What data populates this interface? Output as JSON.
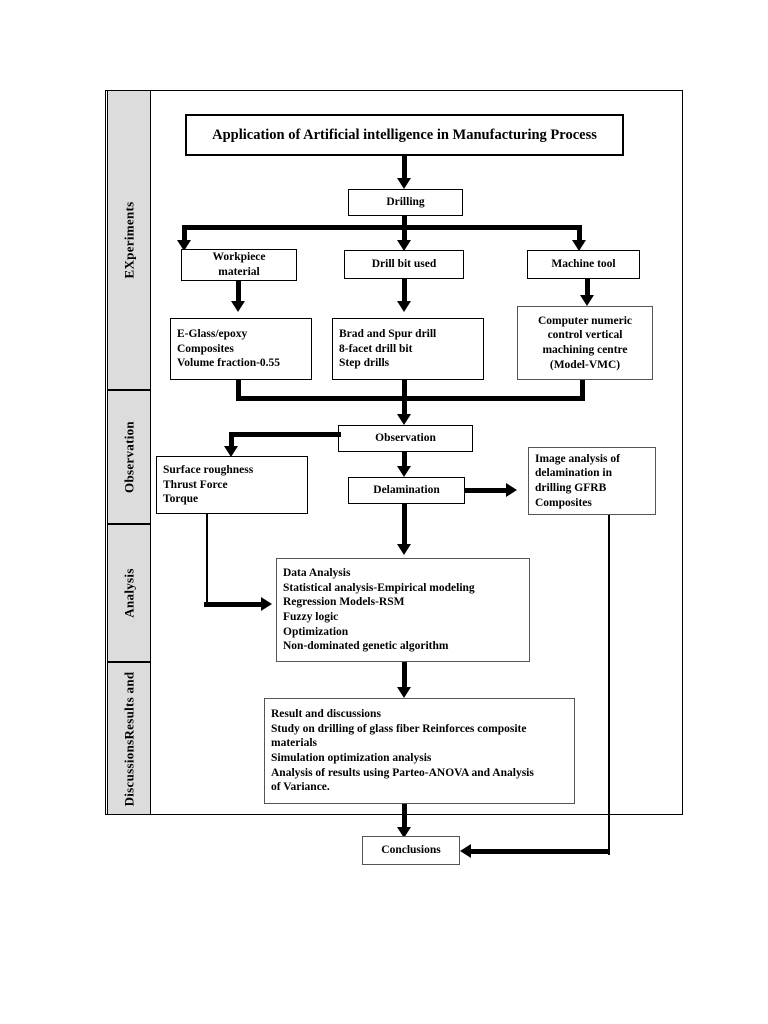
{
  "diagram": {
    "title": "Application of Artificial intelligence in Manufacturing Process",
    "bands": [
      {
        "id": "experiments",
        "label": "EXperiments"
      },
      {
        "id": "observation",
        "label": "Observation"
      },
      {
        "id": "analysis",
        "label": "Analysis"
      },
      {
        "id": "results",
        "label": "DiscussionsResults and"
      }
    ],
    "nodes": {
      "root": "Application of Artificial intelligence in Manufacturing Process",
      "drilling": "Drilling",
      "workpiece_material": "Workpiece\nmaterial",
      "drill_bit_used": "Drill bit used",
      "machine_tool": "Machine tool",
      "workpiece_detail": "E-Glass/epoxy\nComposites\nVolume fraction-0.55",
      "drill_bit_detail": "Brad and Spur drill\n8-facet drill bit\nStep drills",
      "machine_detail": "Computer numeric\ncontrol vertical\nmachining centre\n(Model-VMC)",
      "observation": "Observation",
      "surface_metrics": "Surface roughness\nThrust Force\nTorque",
      "delamination": "Delamination",
      "image_analysis": "Image analysis of\ndelamination in\ndrilling GFRB\nComposites",
      "data_analysis": "Data Analysis\nStatistical analysis-Empirical modeling\nRegression Models-RSM\nFuzzy logic\nOptimization\nNon-dominated genetic algorithm",
      "results_discussions": "Result and discussions\nStudy on drilling of glass fiber Reinforces composite\nmaterials\nSimulation optimization analysis\nAnalysis of results using Parteo-ANOVA and Analysis\nof Variance.",
      "conclusions": "Conclusions"
    },
    "colors": {
      "band_fill": "#dcdcdc",
      "stroke": "#000000",
      "box_fill": "#ffffff",
      "page": "#ffffff"
    }
  }
}
